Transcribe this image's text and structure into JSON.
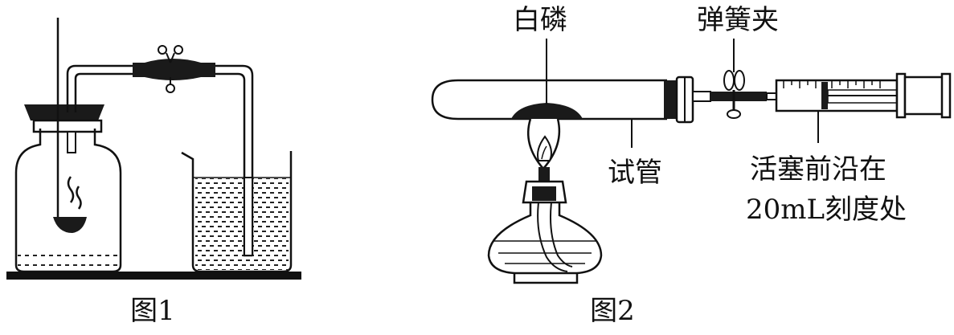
{
  "figure1": {
    "caption": "图1"
  },
  "figure2": {
    "caption": "图2",
    "labels": {
      "white_phosphorus": "白磷",
      "spring_clamp": "弹簧夹",
      "test_tube": "试管",
      "piston_line1": "活塞前沿在",
      "piston_line2": "20mL刻度处"
    }
  }
}
